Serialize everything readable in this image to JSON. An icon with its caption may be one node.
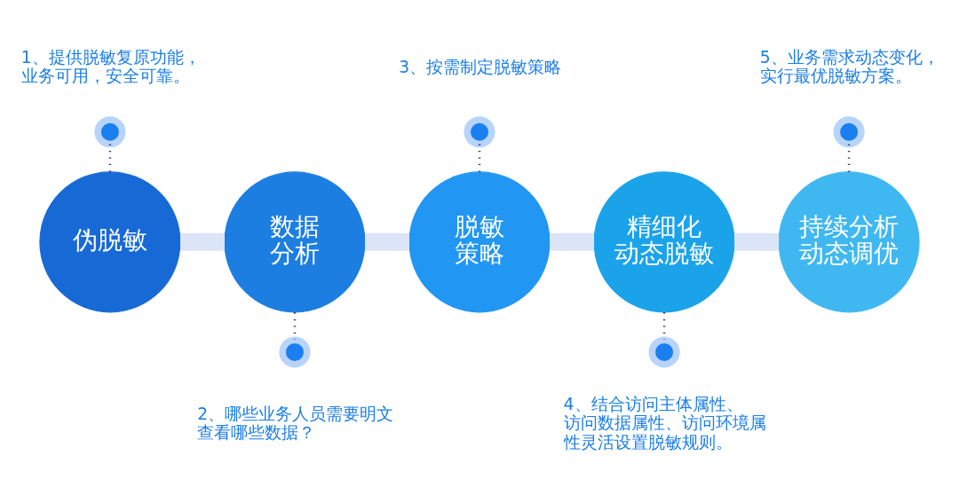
{
  "diagram": {
    "nodes": [
      {
        "text": [
          "伪脱敏"
        ]
      },
      {
        "text": [
          "数据分析"
        ]
      },
      {
        "text": [
          "脱敏策略"
        ]
      },
      {
        "text": [
          "精细化动态脱敏"
        ]
      },
      {
        "text": [
          "持续分析动态调优"
        ]
      },
      {
        "text": [],
        "shape": "circle",
        "beside": [
          "1、提供脱敏复原功能，业务可用，安全可靠。"
        ]
      },
      {
        "text": [],
        "shape": "circle",
        "beside": [
          "2、哪些业务人员需要明文查看哪些数据？"
        ]
      },
      {
        "text": [],
        "shape": "circle",
        "beside": [
          "3、按需制定脱敏策略"
        ]
      },
      {
        "text": [],
        "shape": "circle",
        "beside": [
          "4、结合访问主体属性、访问数据属性、访问环境属性灵活设置脱敏规则。"
        ]
      },
      {
        "text": [],
        "shape": "circle",
        "beside": [
          "5、业务需求动态变化，实行最优脱敏方案。"
        ]
      }
    ],
    "edges": [
      {
        "from": 0,
        "to": 1,
        "arrow": "none",
        "style": "thick",
        "color": "#dbe5f7"
      },
      {
        "from": 1,
        "to": 2,
        "arrow": "none",
        "style": "thick",
        "color": "#dbe5f7"
      },
      {
        "from": 2,
        "to": 3,
        "arrow": "none",
        "style": "thick",
        "color": "#dbe5f7"
      },
      {
        "from": 3,
        "to": 4,
        "arrow": "none",
        "style": "thick",
        "color": "#dbe5f7"
      },
      {
        "from": 5,
        "to": 0,
        "arrow": "none",
        "style": "dashed"
      },
      {
        "from": 1,
        "to": 6,
        "arrow": "none",
        "style": "dashed"
      },
      {
        "from": 7,
        "to": 2,
        "arrow": "none",
        "style": "dashed"
      },
      {
        "from": 3,
        "to": 8,
        "arrow": "none",
        "style": "dashed"
      },
      {
        "from": 9,
        "to": 4,
        "arrow": "none",
        "style": "dashed"
      }
    ]
  }
}
